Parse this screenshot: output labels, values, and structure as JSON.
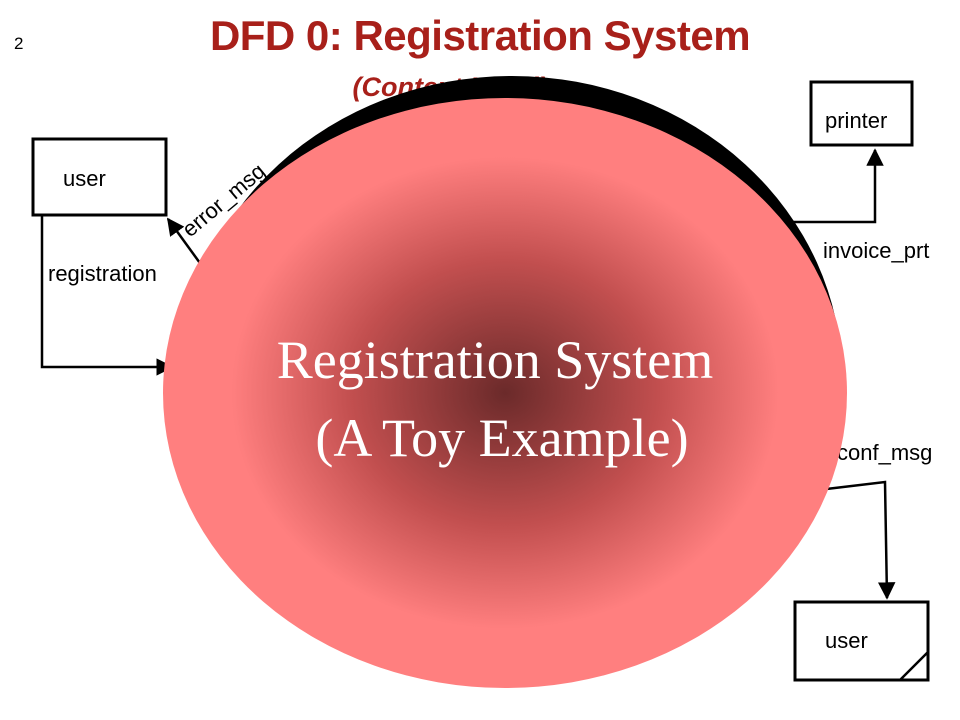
{
  "page_number": "2",
  "title": "DFD 0: Registration System",
  "subtitle": "(Context Level)",
  "process": {
    "line1": "Registration System",
    "line2": "(A Toy Example)"
  },
  "entities": {
    "user_top": "user",
    "printer": "printer",
    "user_bottom": "user"
  },
  "flows": {
    "registration": "registration",
    "error_msg": "error_msg",
    "invoice_prt": "invoice_prt",
    "conf_msg": "conf_msg"
  },
  "colors": {
    "title": "#a8201a",
    "process_fill": "#ff7f7f",
    "process_center": "#6b2a2a",
    "process_text": "#ffffff"
  }
}
